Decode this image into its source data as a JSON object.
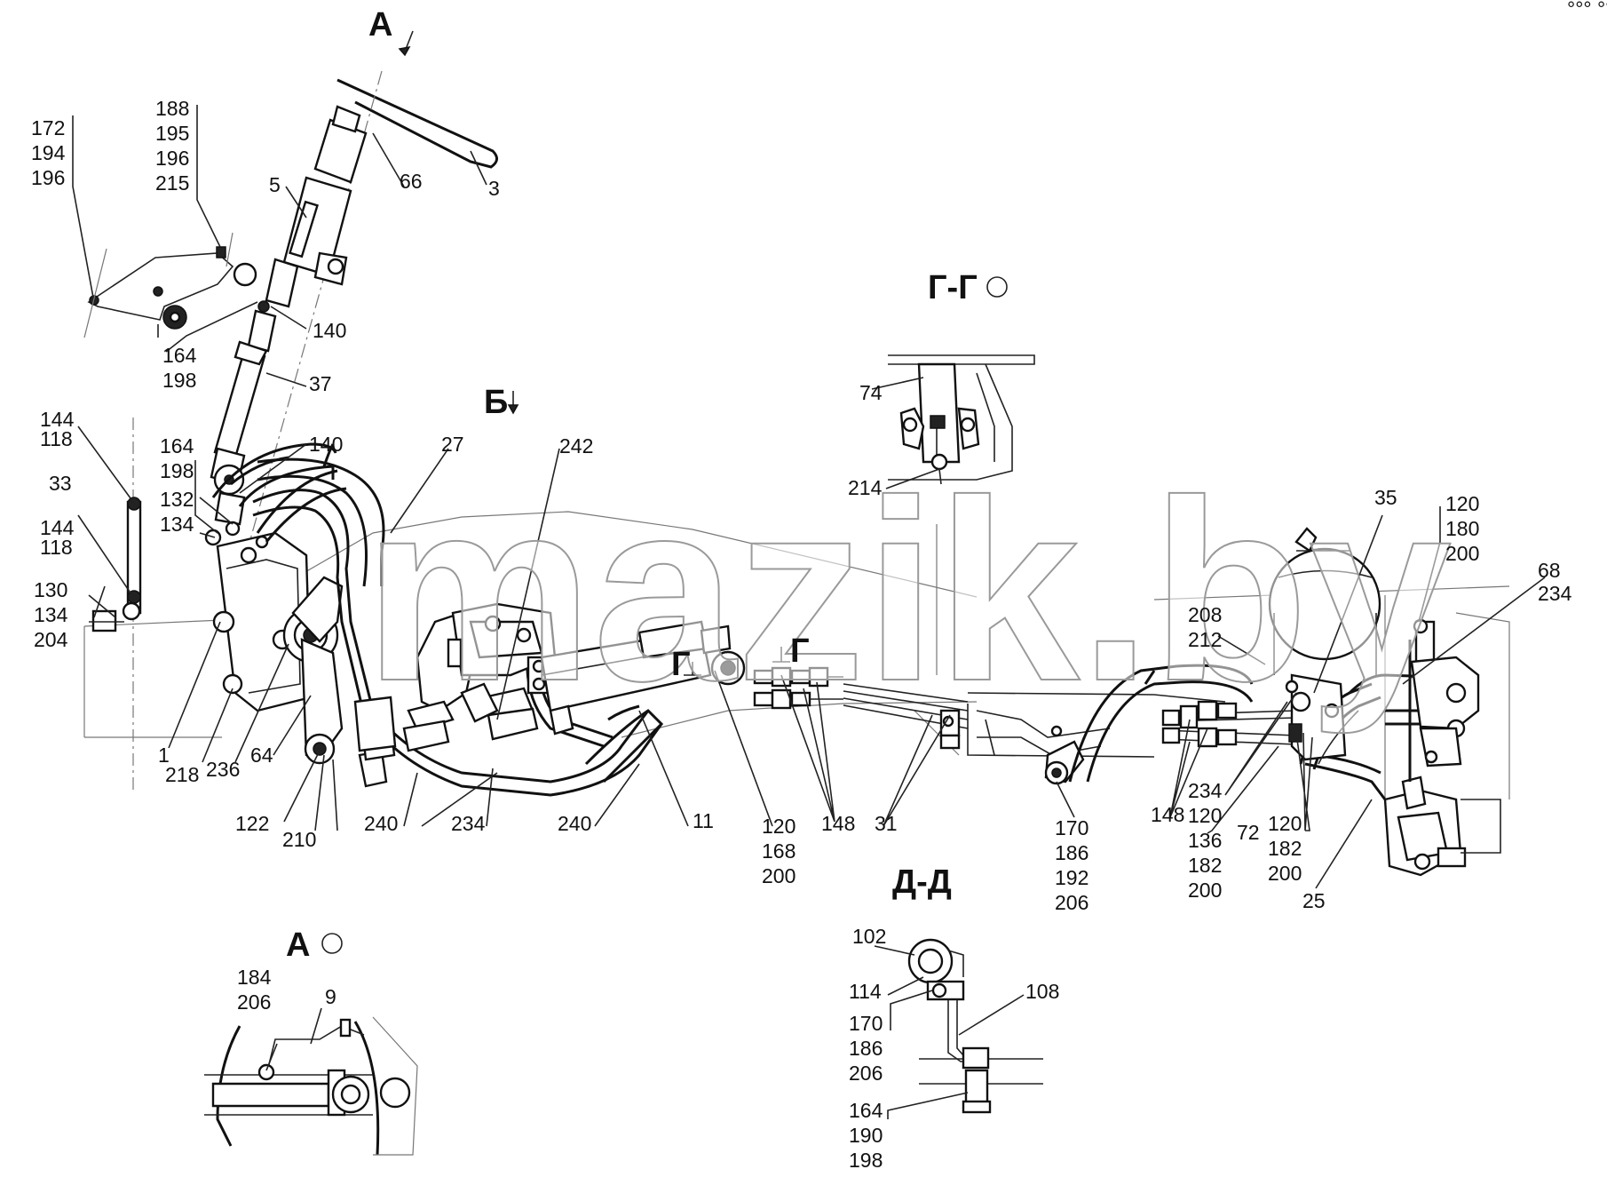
{
  "watermark": "mazik.by",
  "corner_mark": "°°° °°°",
  "section_titles": {
    "view_a": "А",
    "view_b": "Б",
    "section_g": "Г-Г",
    "section_d": "Д-Д",
    "view_a_detail": "А",
    "cut_g_left": "Г",
    "cut_g_right": "Г"
  },
  "labels": {
    "l172": "172",
    "l194": "194",
    "l196a": "196",
    "l188": "188",
    "l195": "195",
    "l196b": "196",
    "l215": "215",
    "l5": "5",
    "l66": "66",
    "l3": "3",
    "l140a": "140",
    "l164a": "164",
    "l198a": "198",
    "l37": "37",
    "l144a": "144",
    "l118a": "118",
    "l33": "33",
    "l164b": "164",
    "l198b": "198",
    "l140b": "140",
    "l132": "132",
    "l134a": "134",
    "l144b": "144",
    "l118b": "118",
    "l130": "130",
    "l134b": "134",
    "l204": "204",
    "l27": "27",
    "l242": "242",
    "l1": "1",
    "l218": "218",
    "l236": "236",
    "l64": "64",
    "l122": "122",
    "l210": "210",
    "l240a": "240",
    "l234a": "234",
    "l240b": "240",
    "l11": "11",
    "l120a": "120",
    "l168": "168",
    "l200a": "200",
    "l148a": "148",
    "l31": "31",
    "l74": "74",
    "l214": "214",
    "l35": "35",
    "l120b": "120",
    "l180": "180",
    "l200b": "200",
    "l68": "68",
    "l234b": "234",
    "l208": "208",
    "l212": "212",
    "l170a": "170",
    "l186a": "186",
    "l192": "192",
    "l206a": "206",
    "l148b": "148",
    "l234c": "234",
    "l120c": "120",
    "l136": "136",
    "l182a": "182",
    "l200c": "200",
    "l72": "72",
    "l120d": "120",
    "l182b": "182",
    "l200d": "200",
    "l25": "25",
    "l184": "184",
    "l206b": "206",
    "l9": "9",
    "l102": "102",
    "l114": "114",
    "l108": "108",
    "l170b": "170",
    "l186b": "186",
    "l206c": "206",
    "l164c": "164",
    "l190": "190",
    "l198c": "198"
  }
}
